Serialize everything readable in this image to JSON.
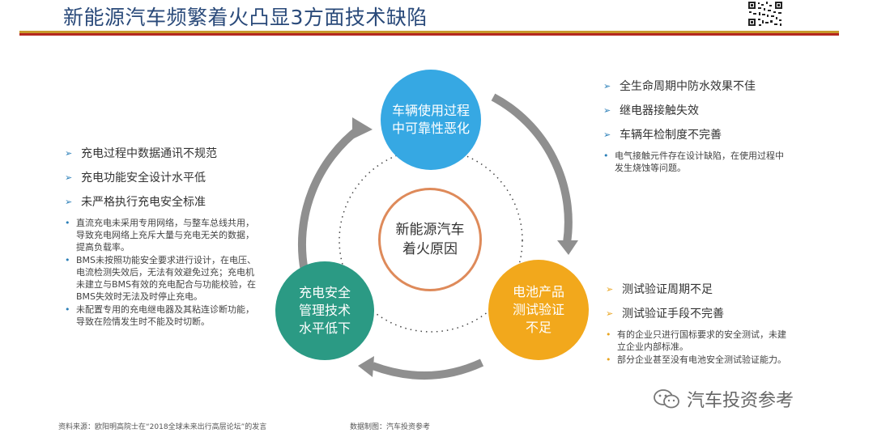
{
  "header": {
    "title": "新能源汽车频繁着火凸显3方面技术缺陷"
  },
  "diagram": {
    "center": [
      "新能源汽车",
      "着火原因"
    ],
    "nodes": {
      "vehicle": [
        "车辆使用过程",
        "中可靠性恶化"
      ],
      "charging": [
        "充电安全",
        "管理技术",
        "水平低下"
      ],
      "battery": [
        "电池产品",
        "测试验证",
        "不足"
      ]
    },
    "colors": {
      "vehicle": "#36a8e3",
      "charging": "#2b9a84",
      "battery": "#f2a81c",
      "center_ring": "#de8a5a",
      "arrow": "#8f8f8f",
      "bullet": "#2b7fb8"
    }
  },
  "charging_list": {
    "items": [
      "充电过程中数据通讯不规范",
      "充电功能安全设计水平低",
      "未严格执行充电安全标准"
    ],
    "notes": [
      "直流充电未采用专用网络，与整车总线共用，导致充电网络上充斥大量与充电无关的数据，提高负载率。",
      "BMS未按照功能安全要求进行设计，在电压、电流检测失效后，无法有效避免过充；充电机未建立与BMS有效的充电配合与功能校验，在BMS失效时无法及时停止充电。",
      "未配置专用的充电继电器及其粘连诊断功能，导致在险情发生时不能及时切断。"
    ]
  },
  "vehicle_list": {
    "items": [
      "全生命周期中防水效果不佳",
      "继电器接触失效",
      "车辆年检制度不完善"
    ],
    "notes": [
      "电气接触元件存在设计缺陷，在使用过程中发生烧蚀等问题。"
    ]
  },
  "battery_list": {
    "items": [
      "测试验证周期不足",
      "测试验证手段不完善"
    ],
    "notes": [
      "有的企业只进行国标要求的安全测试，未建立企业内部标准。",
      "部分企业甚至没有电池安全测试验证能力。"
    ]
  },
  "footer": {
    "source": "资料来源：欧阳明高院士在“2018全球未来出行高层论坛”的发言",
    "made_by": "数据制图：汽车投资参考"
  },
  "watermark": {
    "text": "汽车投资参考",
    "icon": "wechat-icon"
  }
}
